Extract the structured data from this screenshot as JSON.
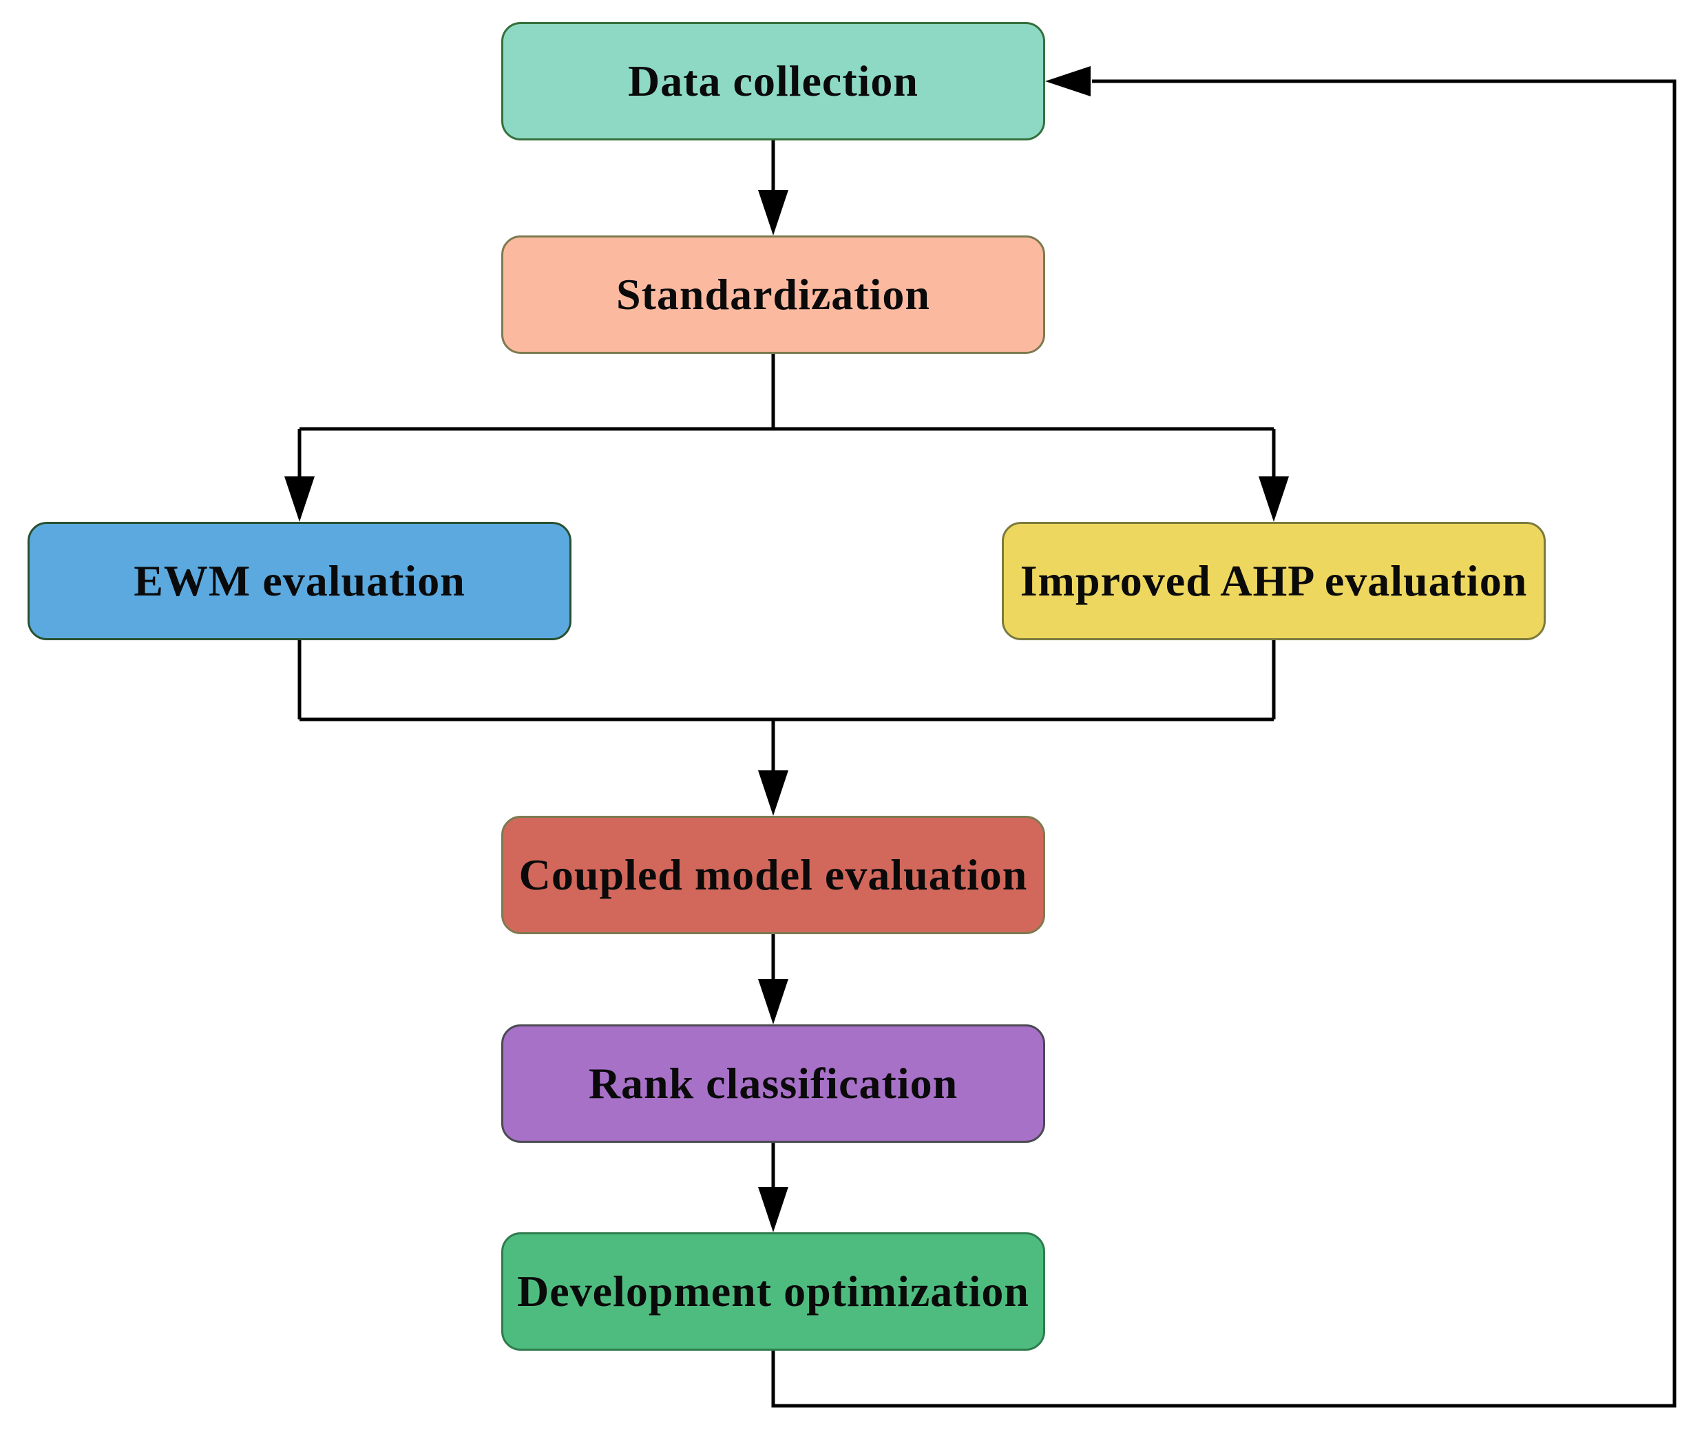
{
  "diagram": {
    "type": "flowchart",
    "background_color": "#ffffff",
    "arrow_color": "#000000",
    "text_color": "#0a0a0a",
    "nodes": [
      {
        "id": "data-collection",
        "label": "Data collection",
        "fill": "#8ED9C4",
        "border": "#34703b"
      },
      {
        "id": "standardization",
        "label": "Standardization",
        "fill": "#FBBAA0",
        "border": "#7d7a50"
      },
      {
        "id": "ewm-evaluation",
        "label": "EWM evaluation",
        "fill": "#5BA9DF",
        "border": "#28502f"
      },
      {
        "id": "improved-ahp-evaluation",
        "label": "Improved AHP evaluation",
        "fill": "#EED75F",
        "border": "#7a7a3d"
      },
      {
        "id": "coupled-model-evaluation",
        "label": "Coupled model evaluation",
        "fill": "#D2685C",
        "border": "#7d7a50"
      },
      {
        "id": "rank-classification",
        "label": "Rank classification",
        "fill": "#A871C8",
        "border": "#4a4a52"
      },
      {
        "id": "development-optimization",
        "label": "Development optimization",
        "fill": "#4FBC7F",
        "border": "#2e7b4d"
      }
    ],
    "edges": [
      {
        "from": "data-collection",
        "to": "standardization"
      },
      {
        "from": "standardization",
        "to": "ewm-evaluation"
      },
      {
        "from": "standardization",
        "to": "improved-ahp-evaluation"
      },
      {
        "from": "ewm-evaluation",
        "to": "coupled-model-evaluation"
      },
      {
        "from": "improved-ahp-evaluation",
        "to": "coupled-model-evaluation"
      },
      {
        "from": "coupled-model-evaluation",
        "to": "rank-classification"
      },
      {
        "from": "rank-classification",
        "to": "development-optimization"
      },
      {
        "from": "development-optimization",
        "to": "data-collection",
        "note": "feedback loop"
      }
    ]
  }
}
